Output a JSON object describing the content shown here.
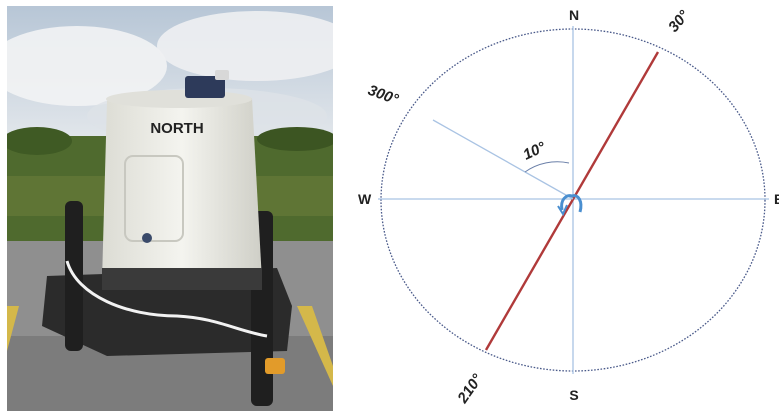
{
  "photo": {
    "device_label": "NORTH",
    "colors": {
      "sky": "#c9d4df",
      "vegetation": "#4f6a2e",
      "housing": "#ececE6",
      "base": "#2b2b2b",
      "pavement": "#8f8f8f",
      "stripe": "#d4b84a"
    }
  },
  "compass": {
    "cardinals": {
      "north": "N",
      "south": "S",
      "west": "W",
      "east": "E"
    },
    "bearing_labels": {
      "a": "30°",
      "b": "210°",
      "c": "300°"
    },
    "bearings_deg": {
      "red_line": [
        30,
        210
      ],
      "blue_line": 300
    },
    "angle_label": "10°",
    "colors": {
      "circle": "#4a5a8a",
      "axes": "#a9c3e3",
      "red_line": "#b03a3a",
      "marker": "#4a8fd0"
    }
  }
}
